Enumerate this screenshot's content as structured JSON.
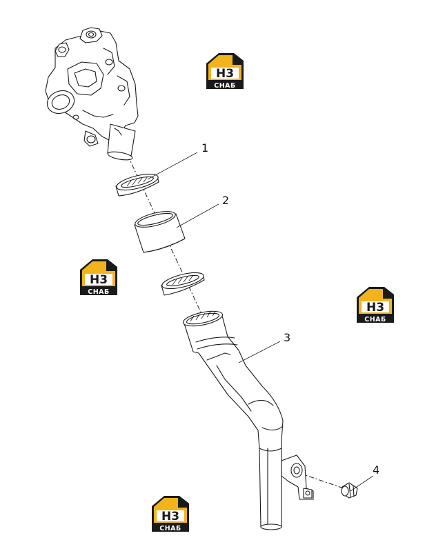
{
  "diagram": {
    "callouts": [
      {
        "id": "1",
        "label": "1"
      },
      {
        "id": "2",
        "label": "2"
      },
      {
        "id": "3",
        "label": "3"
      },
      {
        "id": "4",
        "label": "4"
      }
    ]
  },
  "watermark": {
    "logo_text": "H3",
    "caption": "СНАБ",
    "colors": {
      "accent": "#f2b31c",
      "dark": "#1a1a1a"
    }
  }
}
